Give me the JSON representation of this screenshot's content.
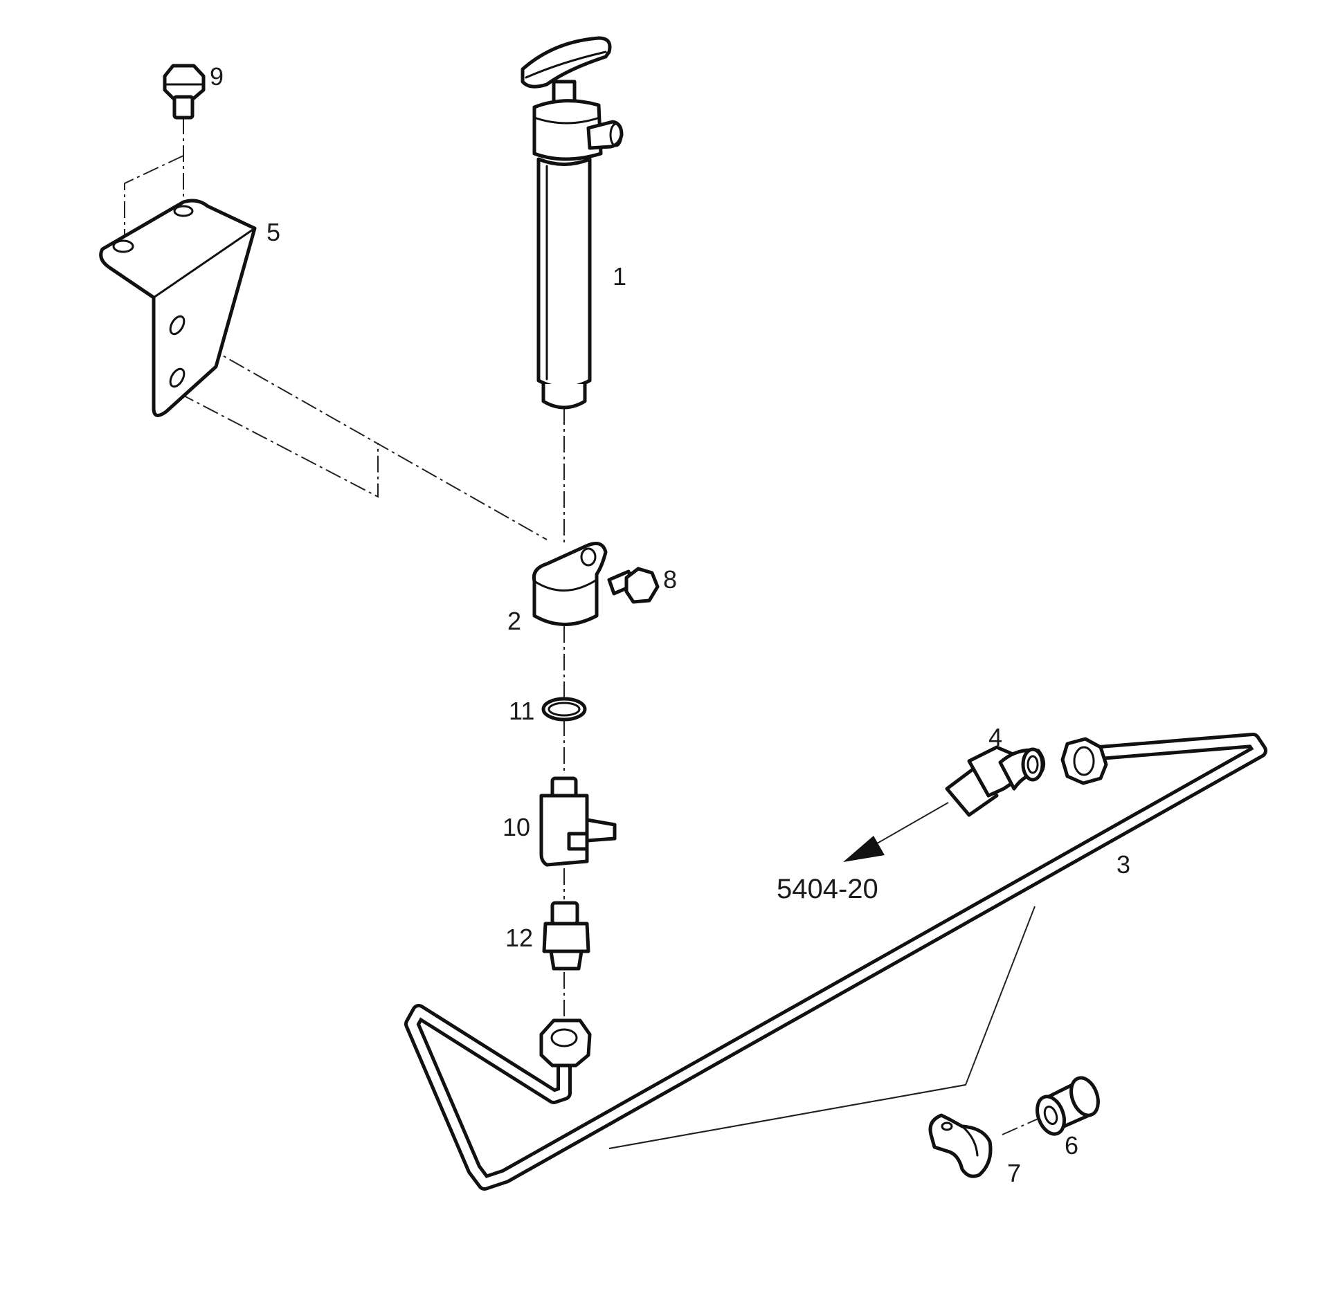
{
  "diagram": {
    "callouts": {
      "c1": "1",
      "c2": "2",
      "c3": "3",
      "c4": "4",
      "c5": "5",
      "c6": "6",
      "c7": "7",
      "c8": "8",
      "c9": "9",
      "c10": "10",
      "c11": "11",
      "c12": "12"
    },
    "reference": "5404-20"
  }
}
